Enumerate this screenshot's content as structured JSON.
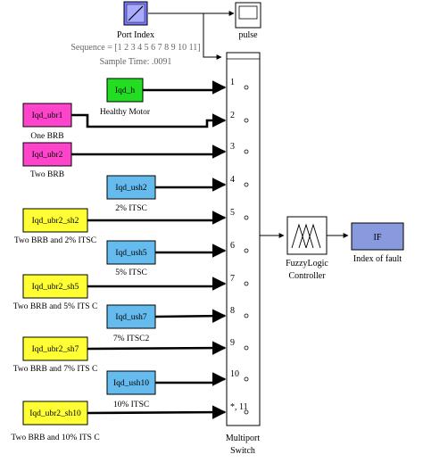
{
  "source_block": {
    "label": "Port Index",
    "sequence": "Sequence = [1 2 3 4 5 6 7 8 9 10 11]",
    "sample_time": "Sample Time: .0091",
    "icon": "ramp-icon"
  },
  "scope": {
    "label": "pulse",
    "icon": "scope-icon"
  },
  "multiport_switch": {
    "label_line1": "Multiport",
    "label_line2": "Switch",
    "ports": [
      "1",
      "2",
      "3",
      "4",
      "5",
      "6",
      "7",
      "8",
      "9",
      "10",
      "*, 11"
    ]
  },
  "inputs": [
    {
      "name": "Iqd_h",
      "caption": "Healthy Motor",
      "fill": "#22dd22"
    },
    {
      "name": "Iqd_ubr1",
      "caption": "One BRB",
      "fill": "#ff44cc"
    },
    {
      "name": "Iqd_ubr2",
      "caption": "Two BRB",
      "fill": "#ff44cc"
    },
    {
      "name": "Iqd_ush2",
      "caption": "2% ITSC",
      "fill": "#66bbee"
    },
    {
      "name": "Iqd_ubr2_sh2",
      "caption": "Two BRB and 2% ITSC",
      "fill": "#ffff33"
    },
    {
      "name": "Iqd_ush5",
      "caption": "5% ITSC",
      "fill": "#66bbee"
    },
    {
      "name": "Iqd_ubr2_sh5",
      "caption": "Two BRB and 5% ITS C",
      "fill": "#ffff33"
    },
    {
      "name": "Iqd_ush7",
      "caption": "7% ITSC2",
      "fill": "#66bbee"
    },
    {
      "name": "Iqd_ubr2_sh7",
      "caption": "Two BRB and 7% ITS C",
      "fill": "#ffff33"
    },
    {
      "name": "Iqd_ush10",
      "caption": "10% ITSC",
      "fill": "#66bbee"
    },
    {
      "name": "Iqd_ubr2_sh10",
      "caption": "Two BRB and 10% ITS C",
      "fill": "#ffff33"
    }
  ],
  "fuzzy": {
    "label_line1": "FuzzyLogic",
    "label_line2": "Controller",
    "icon": "fuzzy-membership-icon"
  },
  "output": {
    "name": "IF",
    "caption": "Index of fault",
    "fill": "#8899dd"
  }
}
